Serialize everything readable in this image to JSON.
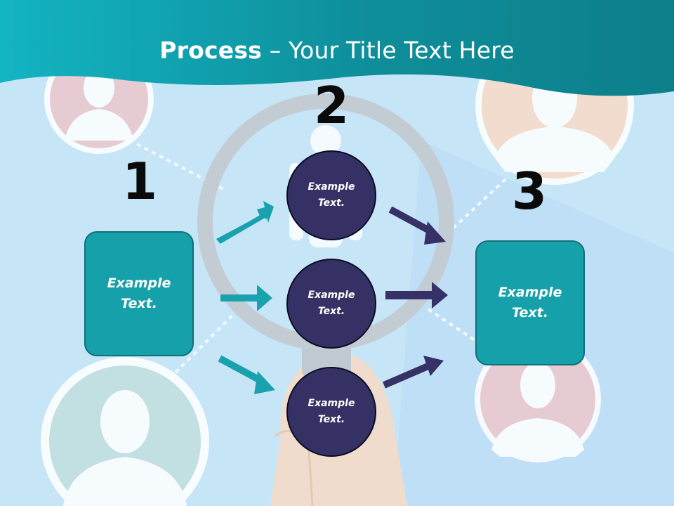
{
  "title": {
    "bold": "Process",
    "rest": " – Your Title Text Here"
  },
  "steps": [
    {
      "number": "1",
      "box_text": "Example\nText."
    },
    {
      "number": "2"
    },
    {
      "number": "3",
      "box_text": "Example\nText."
    }
  ],
  "circles": [
    {
      "text": "Example\nText."
    },
    {
      "text": "Example\nText."
    },
    {
      "text": "Example\nText."
    }
  ],
  "colors": {
    "header": "#108f9b",
    "background": "#c6e6f7",
    "teal_box": "#15a0aa",
    "navy_circle": "#353164",
    "teal_arrow": "#19a2ad",
    "navy_arrow": "#363166"
  }
}
